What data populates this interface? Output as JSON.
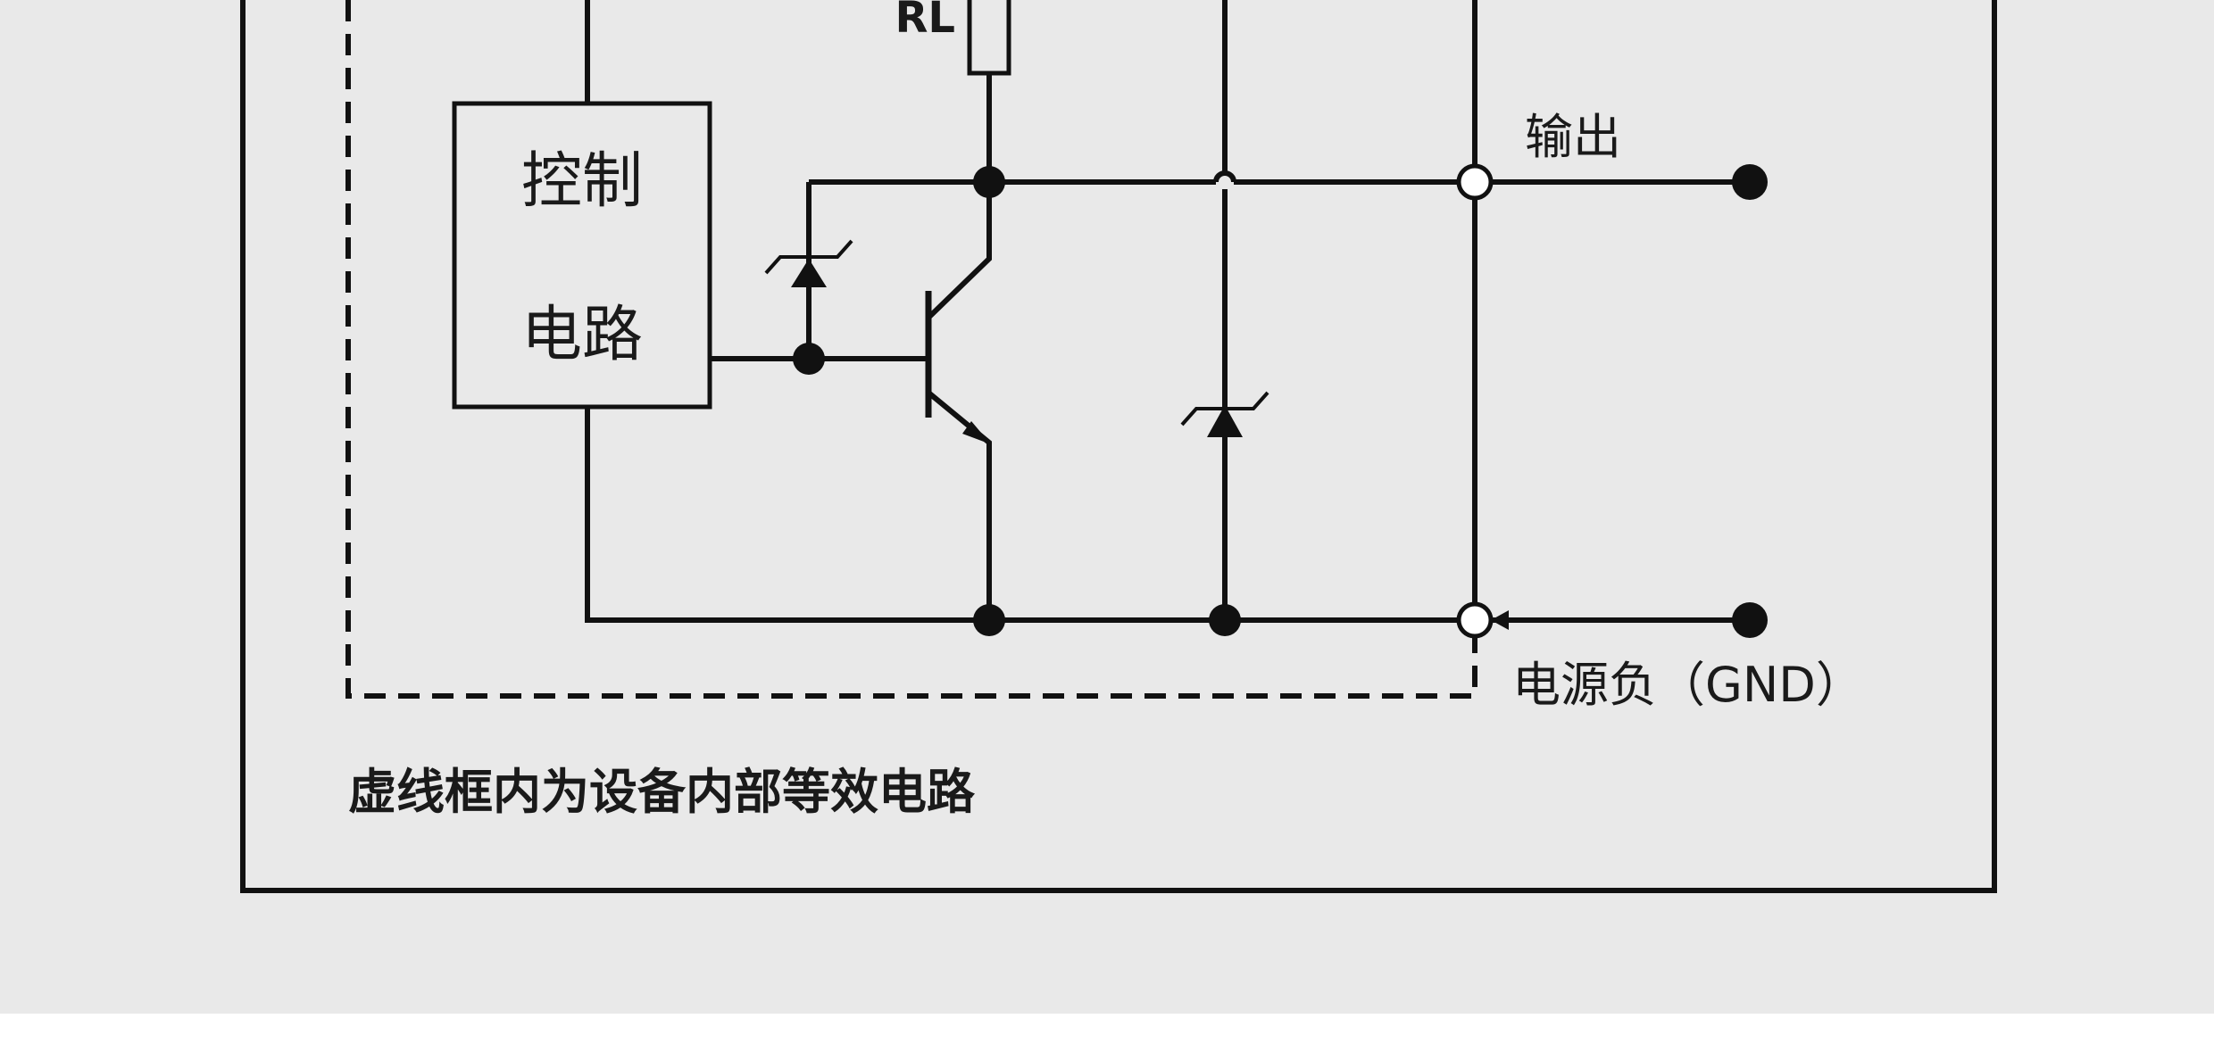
{
  "diagram": {
    "labels": {
      "resistor": "RL",
      "control_box_line1": "控制",
      "control_box_line2": "电路",
      "output": "输出",
      "ground": "电源负（GND）",
      "caption": "虚线框内为设备内部等效电路"
    },
    "colors": {
      "background": "#e9e9e9",
      "line": "#111111",
      "text": "#1a1a1a"
    }
  }
}
